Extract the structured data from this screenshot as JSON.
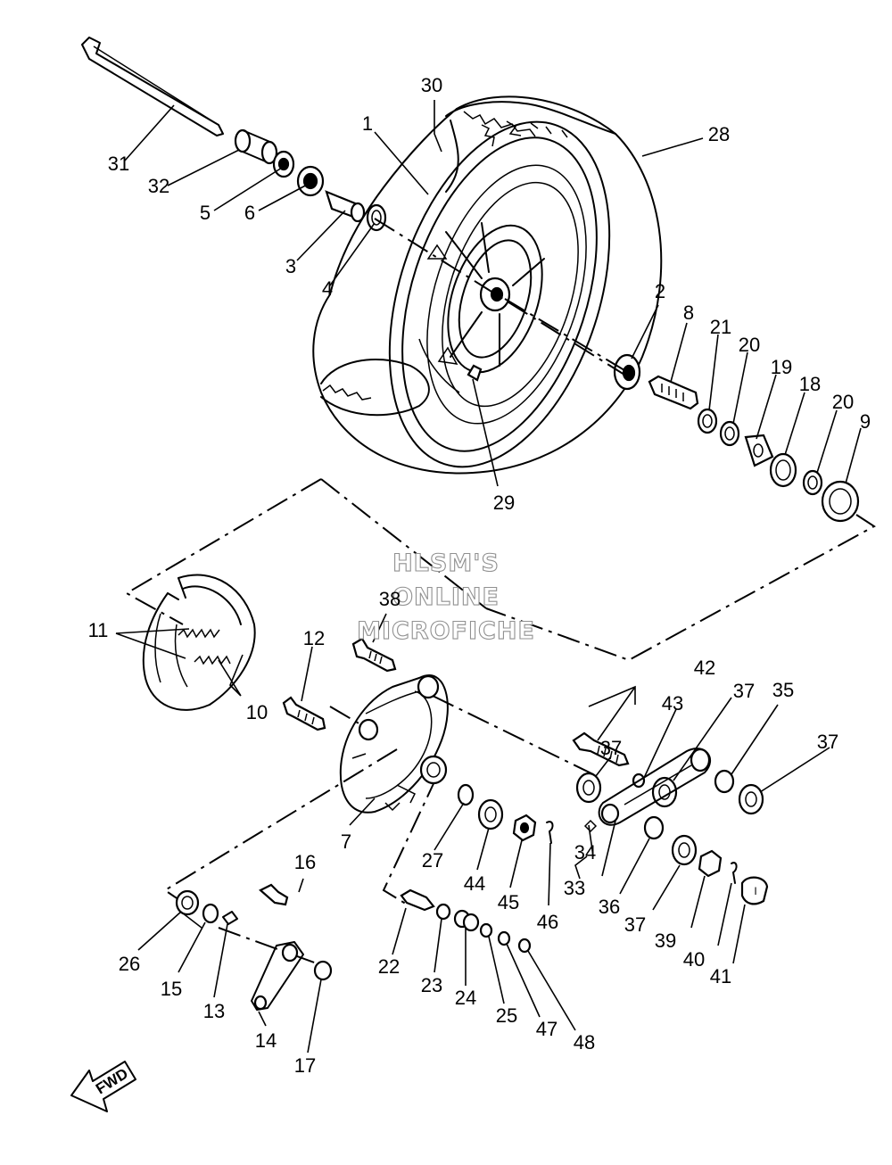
{
  "watermark": {
    "line1": "HLSM'S",
    "line2": "ONLINE",
    "line3": "MICROFICHE"
  },
  "direction_arrow": {
    "label": "FWD"
  },
  "callouts": [
    {
      "id": "c1",
      "text": "1"
    },
    {
      "id": "c2",
      "text": "2"
    },
    {
      "id": "c3",
      "text": "3"
    },
    {
      "id": "c4",
      "text": "4"
    },
    {
      "id": "c5",
      "text": "5"
    },
    {
      "id": "c6",
      "text": "6"
    },
    {
      "id": "c7",
      "text": "7"
    },
    {
      "id": "c8",
      "text": "8"
    },
    {
      "id": "c9",
      "text": "9"
    },
    {
      "id": "c10",
      "text": "10"
    },
    {
      "id": "c11",
      "text": "11"
    },
    {
      "id": "c12",
      "text": "12"
    },
    {
      "id": "c13",
      "text": "13"
    },
    {
      "id": "c14",
      "text": "14"
    },
    {
      "id": "c15",
      "text": "15"
    },
    {
      "id": "c16",
      "text": "16"
    },
    {
      "id": "c17",
      "text": "17"
    },
    {
      "id": "c18",
      "text": "18"
    },
    {
      "id": "c19",
      "text": "19"
    },
    {
      "id": "c20a",
      "text": "20"
    },
    {
      "id": "c20b",
      "text": "20"
    },
    {
      "id": "c21",
      "text": "21"
    },
    {
      "id": "c22",
      "text": "22"
    },
    {
      "id": "c23",
      "text": "23"
    },
    {
      "id": "c24",
      "text": "24"
    },
    {
      "id": "c25",
      "text": "25"
    },
    {
      "id": "c26",
      "text": "26"
    },
    {
      "id": "c27",
      "text": "27"
    },
    {
      "id": "c28",
      "text": "28"
    },
    {
      "id": "c29",
      "text": "29"
    },
    {
      "id": "c30",
      "text": "30"
    },
    {
      "id": "c31",
      "text": "31"
    },
    {
      "id": "c32",
      "text": "32"
    },
    {
      "id": "c33",
      "text": "33"
    },
    {
      "id": "c34",
      "text": "34"
    },
    {
      "id": "c35",
      "text": "35"
    },
    {
      "id": "c36",
      "text": "36"
    },
    {
      "id": "c37a",
      "text": "37"
    },
    {
      "id": "c37b",
      "text": "37"
    },
    {
      "id": "c37c",
      "text": "37"
    },
    {
      "id": "c37d",
      "text": "37"
    },
    {
      "id": "c38",
      "text": "38"
    },
    {
      "id": "c39",
      "text": "39"
    },
    {
      "id": "c40",
      "text": "40"
    },
    {
      "id": "c41",
      "text": "41"
    },
    {
      "id": "c42",
      "text": "42"
    },
    {
      "id": "c43",
      "text": "43"
    },
    {
      "id": "c44",
      "text": "44"
    },
    {
      "id": "c45",
      "text": "45"
    },
    {
      "id": "c46",
      "text": "46"
    },
    {
      "id": "c47",
      "text": "47"
    },
    {
      "id": "c48",
      "text": "48"
    }
  ]
}
